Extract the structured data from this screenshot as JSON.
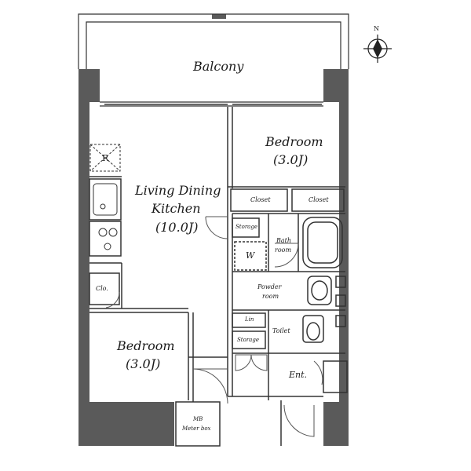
{
  "compass": {
    "north": "N"
  },
  "rooms": {
    "balcony": "Balcony",
    "bedroom_top": "Bedroom",
    "bedroom_top_area": "(3.0J)",
    "ldk_line1": "Living Dining",
    "ldk_line2": "Kitchen",
    "ldk_area": "(10.0J)",
    "fridge": "R",
    "closet_left": "Closet",
    "closet_right": "Closet",
    "storage_upper": "Storage",
    "washer": "W",
    "bath_line1": "Bath",
    "bath_line2": "room",
    "powder_line1": "Powder",
    "powder_line2": "room",
    "clo": "Clo.",
    "lin": "Lin",
    "storage_lower": "Storage",
    "toilet": "Toilet",
    "bedroom_bottom": "Bedroom",
    "bedroom_bottom_area": "(3.0J)",
    "entrance": "Ent.",
    "mb_line1": "MB",
    "mb_line2": "Meter box"
  }
}
